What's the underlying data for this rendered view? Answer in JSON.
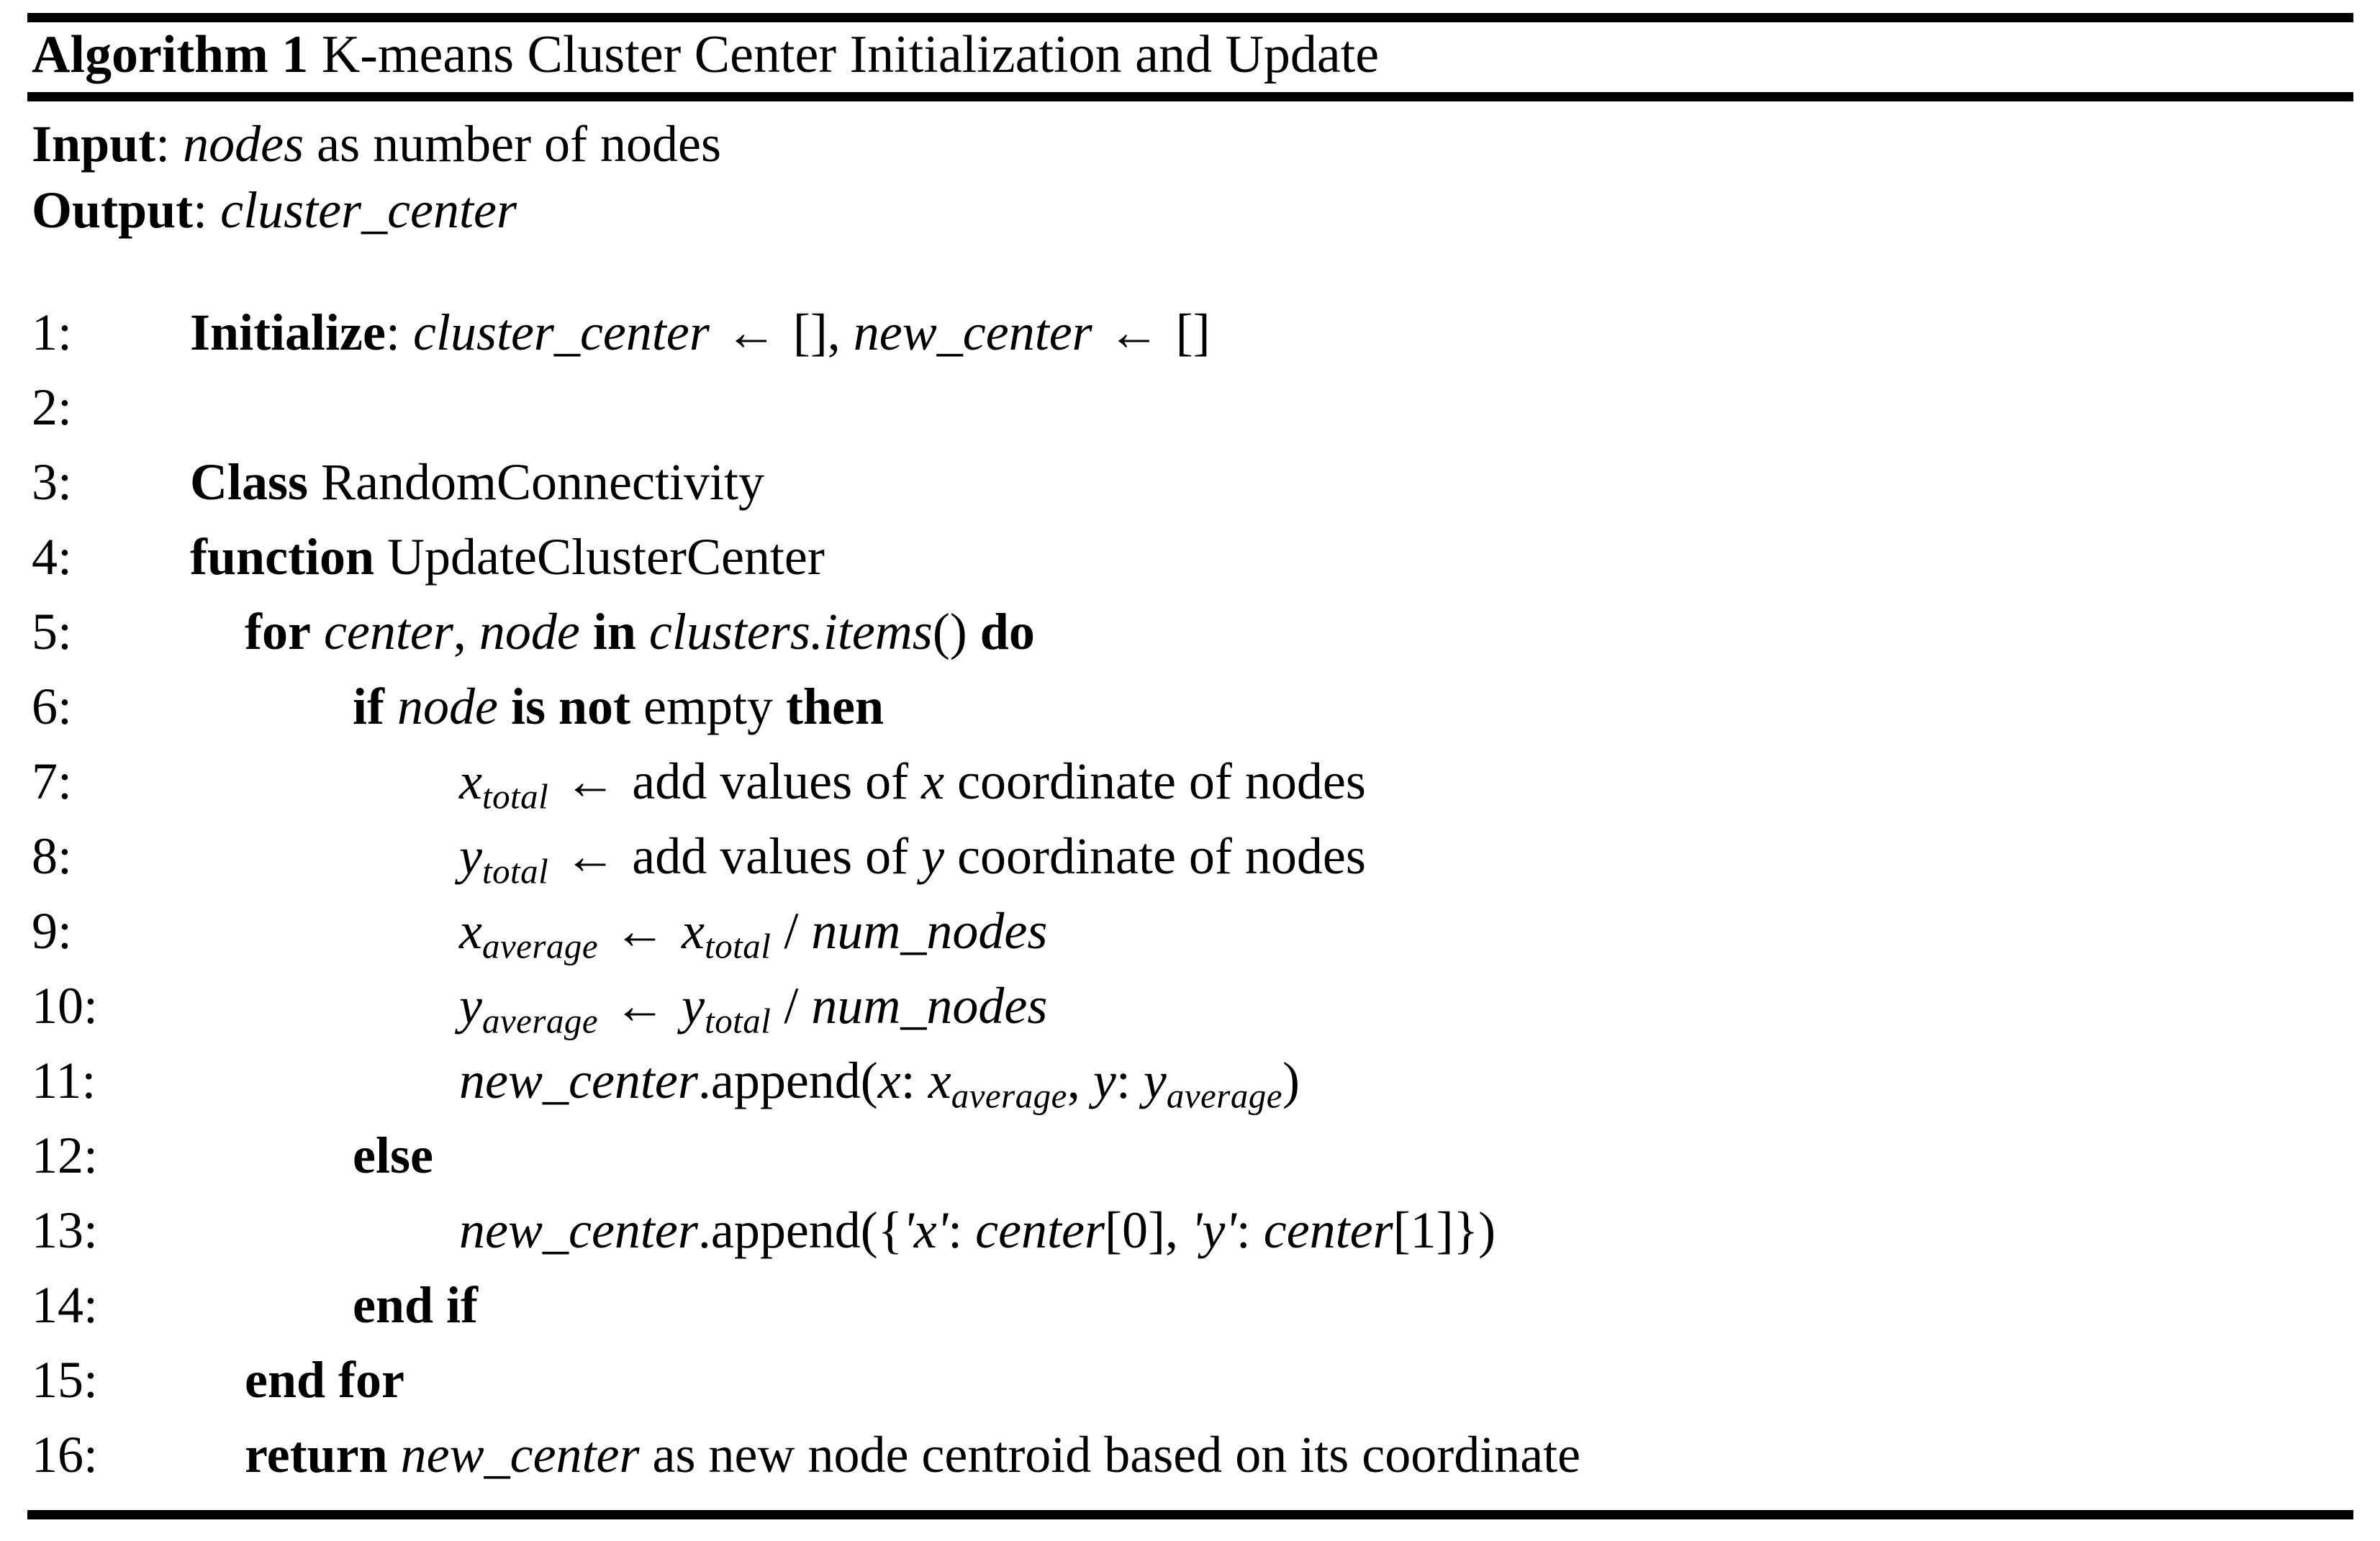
{
  "algorithm": {
    "title_label": "Algorithm 1",
    "title_text": "K-means Cluster Center Initialization and Update",
    "io": [
      {
        "label": "Input",
        "sep": ": ",
        "var": "nodes",
        "rest": " as number of nodes"
      },
      {
        "label": "Output",
        "sep": ": ",
        "var": "cluster_center",
        "rest": ""
      }
    ],
    "steps": [
      {
        "num": "1:",
        "indent": 1,
        "parts": [
          {
            "text": "Initialize",
            "style": "kw"
          },
          {
            "text": ": ",
            "style": "rm"
          },
          {
            "text": "cluster_center",
            "style": "var"
          },
          {
            "text": " ← ",
            "style": "arrow"
          },
          {
            "text": "[], ",
            "style": "rm"
          },
          {
            "text": "new_center",
            "style": "var"
          },
          {
            "text": " ← ",
            "style": "arrow"
          },
          {
            "text": "[]",
            "style": "rm"
          }
        ]
      },
      {
        "num": "2:",
        "indent": 1,
        "parts": []
      },
      {
        "num": "3:",
        "indent": 1,
        "parts": [
          {
            "text": "Class",
            "style": "kw"
          },
          {
            "text": " RandomConnectivity",
            "style": "rm"
          }
        ]
      },
      {
        "num": "4:",
        "indent": 1,
        "parts": [
          {
            "text": "function",
            "style": "kw"
          },
          {
            "text": " UpdateClusterCenter",
            "style": "rm"
          }
        ]
      },
      {
        "num": "5:",
        "indent": 2,
        "parts": [
          {
            "text": "for",
            "style": "kw"
          },
          {
            "text": " ",
            "style": "rm"
          },
          {
            "text": "center",
            "style": "var"
          },
          {
            "text": ", ",
            "style": "rm"
          },
          {
            "text": "node",
            "style": "var"
          },
          {
            "text": " ",
            "style": "rm"
          },
          {
            "text": "in",
            "style": "kw"
          },
          {
            "text": " ",
            "style": "rm"
          },
          {
            "text": "clusters.items",
            "style": "var"
          },
          {
            "text": "()",
            "style": "rm"
          },
          {
            "text": " ",
            "style": "rm"
          },
          {
            "text": "do",
            "style": "kw"
          }
        ]
      },
      {
        "num": "6:",
        "indent": 3,
        "parts": [
          {
            "text": "if",
            "style": "kw"
          },
          {
            "text": " ",
            "style": "rm"
          },
          {
            "text": "node",
            "style": "var"
          },
          {
            "text": " ",
            "style": "rm"
          },
          {
            "text": "is not",
            "style": "kw"
          },
          {
            "text": " empty ",
            "style": "rm"
          },
          {
            "text": "then",
            "style": "kw"
          }
        ]
      },
      {
        "num": "7:",
        "indent": 4,
        "parts": [
          {
            "text": "x",
            "style": "var"
          },
          {
            "text": "total",
            "style": "sub"
          },
          {
            "text": " ← ",
            "style": "arrow"
          },
          {
            "text": "add values of ",
            "style": "rm"
          },
          {
            "text": "x",
            "style": "var"
          },
          {
            "text": " coordinate of nodes",
            "style": "rm"
          }
        ]
      },
      {
        "num": "8:",
        "indent": 4,
        "parts": [
          {
            "text": "y",
            "style": "var"
          },
          {
            "text": "total",
            "style": "sub"
          },
          {
            "text": " ← ",
            "style": "arrow"
          },
          {
            "text": "add values of ",
            "style": "rm"
          },
          {
            "text": "y",
            "style": "var"
          },
          {
            "text": " coordinate of nodes",
            "style": "rm"
          }
        ]
      },
      {
        "num": "9:",
        "indent": 4,
        "parts": [
          {
            "text": "x",
            "style": "var"
          },
          {
            "text": "average",
            "style": "sub"
          },
          {
            "text": " ← ",
            "style": "arrow"
          },
          {
            "text": "x",
            "style": "var"
          },
          {
            "text": "total",
            "style": "sub"
          },
          {
            "text": " / ",
            "style": "rm"
          },
          {
            "text": "num_nodes",
            "style": "var"
          }
        ]
      },
      {
        "num": "10:",
        "indent": 4,
        "parts": [
          {
            "text": "y",
            "style": "var"
          },
          {
            "text": "average",
            "style": "sub"
          },
          {
            "text": " ← ",
            "style": "arrow"
          },
          {
            "text": "y",
            "style": "var"
          },
          {
            "text": "total",
            "style": "sub"
          },
          {
            "text": " / ",
            "style": "rm"
          },
          {
            "text": "num_nodes",
            "style": "var"
          }
        ]
      },
      {
        "num": "11:",
        "indent": 4,
        "parts": [
          {
            "text": "new_center",
            "style": "var"
          },
          {
            "text": ".append(",
            "style": "rm"
          },
          {
            "text": "x",
            "style": "var"
          },
          {
            "text": ": ",
            "style": "rm"
          },
          {
            "text": "x",
            "style": "var"
          },
          {
            "text": "average",
            "style": "sub"
          },
          {
            "text": ", ",
            "style": "rm"
          },
          {
            "text": "y",
            "style": "var"
          },
          {
            "text": ": ",
            "style": "rm"
          },
          {
            "text": "y",
            "style": "var"
          },
          {
            "text": "average",
            "style": "sub"
          },
          {
            "text": ")",
            "style": "rm"
          }
        ]
      },
      {
        "num": "12:",
        "indent": 3,
        "parts": [
          {
            "text": "else",
            "style": "kw"
          }
        ]
      },
      {
        "num": "13:",
        "indent": 4,
        "parts": [
          {
            "text": "new_center",
            "style": "var"
          },
          {
            "text": ".append({",
            "style": "rm"
          },
          {
            "text": "'x'",
            "style": "var"
          },
          {
            "text": ": ",
            "style": "rm"
          },
          {
            "text": "center",
            "style": "var"
          },
          {
            "text": "[0], ",
            "style": "rm"
          },
          {
            "text": "'y'",
            "style": "var"
          },
          {
            "text": ": ",
            "style": "rm"
          },
          {
            "text": "center",
            "style": "var"
          },
          {
            "text": "[1]})",
            "style": "rm"
          }
        ]
      },
      {
        "num": "14:",
        "indent": 3,
        "parts": [
          {
            "text": "end if",
            "style": "kw"
          }
        ]
      },
      {
        "num": "15:",
        "indent": 2,
        "parts": [
          {
            "text": "end for",
            "style": "kw"
          }
        ]
      },
      {
        "num": "16:",
        "indent": 2,
        "parts": [
          {
            "text": "return",
            "style": "kw"
          },
          {
            "text": " ",
            "style": "rm"
          },
          {
            "text": "new_center",
            "style": "var"
          },
          {
            "text": " as new node centroid based on its coordinate",
            "style": "rm"
          }
        ]
      }
    ]
  }
}
